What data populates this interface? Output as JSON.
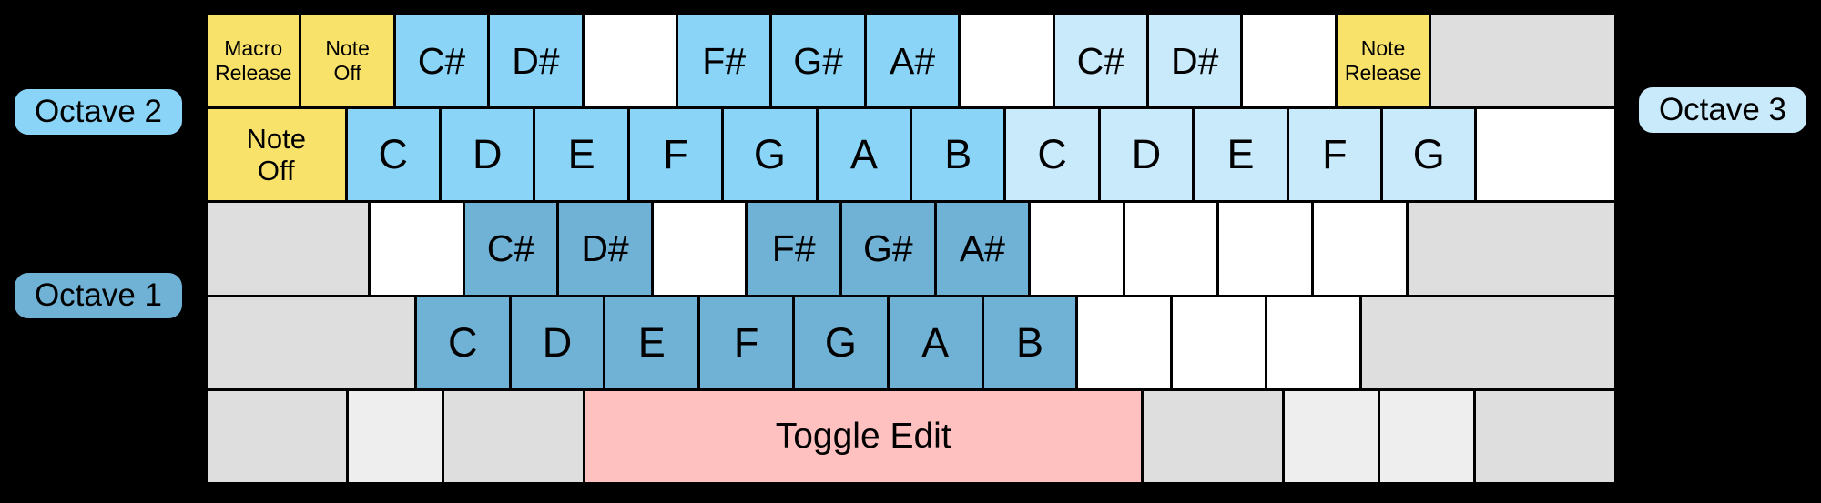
{
  "palette": {
    "background": "#000000",
    "yellow": "#F8E26A",
    "octave1_blue": "#6FB2D5",
    "octave2_blue": "#8AD4F8",
    "octave3_blue": "#C9EAFB",
    "pink": "#FFC0C0",
    "gray": "#DEDEDE",
    "light_gray": "#EEEEEE",
    "white": "#FFFFFF",
    "text": "#000000"
  },
  "octave_labels": {
    "left_top": "Octave 2",
    "left_bottom": "Octave 1",
    "right": "Octave 3"
  },
  "keyboard": {
    "rows": [
      {
        "keys": [
          {
            "label": "Macro\nRelease",
            "color": "yellow",
            "w": 1,
            "size": "small"
          },
          {
            "label": "Note\nOff",
            "color": "yellow",
            "w": 1,
            "size": "small"
          },
          {
            "label": "C#",
            "color": "octave2_blue",
            "w": 1,
            "size": "sharp"
          },
          {
            "label": "D#",
            "color": "octave2_blue",
            "w": 1,
            "size": "sharp"
          },
          {
            "label": "",
            "color": "white",
            "w": 1,
            "size": "note"
          },
          {
            "label": "F#",
            "color": "octave2_blue",
            "w": 1,
            "size": "sharp"
          },
          {
            "label": "G#",
            "color": "octave2_blue",
            "w": 1,
            "size": "sharp"
          },
          {
            "label": "A#",
            "color": "octave2_blue",
            "w": 1,
            "size": "sharp"
          },
          {
            "label": "",
            "color": "white",
            "w": 1,
            "size": "note"
          },
          {
            "label": "C#",
            "color": "octave3_blue",
            "w": 1,
            "size": "sharp"
          },
          {
            "label": "D#",
            "color": "octave3_blue",
            "w": 1,
            "size": "sharp"
          },
          {
            "label": "",
            "color": "white",
            "w": 1,
            "size": "note"
          },
          {
            "label": "Note\nRelease",
            "color": "yellow",
            "w": 1,
            "size": "small"
          },
          {
            "label": "",
            "color": "gray",
            "w": 2,
            "size": "note"
          }
        ]
      },
      {
        "keys": [
          {
            "label": "Note\nOff",
            "color": "yellow",
            "w": 1.5,
            "size": "tab"
          },
          {
            "label": "C",
            "color": "octave2_blue",
            "w": 1,
            "size": "note"
          },
          {
            "label": "D",
            "color": "octave2_blue",
            "w": 1,
            "size": "note"
          },
          {
            "label": "E",
            "color": "octave2_blue",
            "w": 1,
            "size": "note"
          },
          {
            "label": "F",
            "color": "octave2_blue",
            "w": 1,
            "size": "note"
          },
          {
            "label": "G",
            "color": "octave2_blue",
            "w": 1,
            "size": "note"
          },
          {
            "label": "A",
            "color": "octave2_blue",
            "w": 1,
            "size": "note"
          },
          {
            "label": "B",
            "color": "octave2_blue",
            "w": 1,
            "size": "note"
          },
          {
            "label": "C",
            "color": "octave3_blue",
            "w": 1,
            "size": "note"
          },
          {
            "label": "D",
            "color": "octave3_blue",
            "w": 1,
            "size": "note"
          },
          {
            "label": "E",
            "color": "octave3_blue",
            "w": 1,
            "size": "note"
          },
          {
            "label": "F",
            "color": "octave3_blue",
            "w": 1,
            "size": "note"
          },
          {
            "label": "G",
            "color": "octave3_blue",
            "w": 1,
            "size": "note"
          },
          {
            "label": "",
            "color": "white",
            "w": 1.5,
            "size": "note"
          }
        ]
      },
      {
        "keys": [
          {
            "label": "",
            "color": "gray",
            "w": 1.75,
            "size": "note"
          },
          {
            "label": "",
            "color": "white",
            "w": 1,
            "size": "note"
          },
          {
            "label": "C#",
            "color": "octave1_blue",
            "w": 1,
            "size": "sharp"
          },
          {
            "label": "D#",
            "color": "octave1_blue",
            "w": 1,
            "size": "sharp"
          },
          {
            "label": "",
            "color": "white",
            "w": 1,
            "size": "note"
          },
          {
            "label": "F#",
            "color": "octave1_blue",
            "w": 1,
            "size": "sharp"
          },
          {
            "label": "G#",
            "color": "octave1_blue",
            "w": 1,
            "size": "sharp"
          },
          {
            "label": "A#",
            "color": "octave1_blue",
            "w": 1,
            "size": "sharp"
          },
          {
            "label": "",
            "color": "white",
            "w": 1,
            "size": "note"
          },
          {
            "label": "",
            "color": "white",
            "w": 1,
            "size": "note"
          },
          {
            "label": "",
            "color": "white",
            "w": 1,
            "size": "note"
          },
          {
            "label": "",
            "color": "white",
            "w": 1,
            "size": "note"
          },
          {
            "label": "",
            "color": "gray",
            "w": 2.25,
            "size": "note"
          }
        ]
      },
      {
        "keys": [
          {
            "label": "",
            "color": "gray",
            "w": 2.25,
            "size": "note"
          },
          {
            "label": "C",
            "color": "octave1_blue",
            "w": 1,
            "size": "note"
          },
          {
            "label": "D",
            "color": "octave1_blue",
            "w": 1,
            "size": "note"
          },
          {
            "label": "E",
            "color": "octave1_blue",
            "w": 1,
            "size": "note"
          },
          {
            "label": "F",
            "color": "octave1_blue",
            "w": 1,
            "size": "note"
          },
          {
            "label": "G",
            "color": "octave1_blue",
            "w": 1,
            "size": "note"
          },
          {
            "label": "A",
            "color": "octave1_blue",
            "w": 1,
            "size": "note"
          },
          {
            "label": "B",
            "color": "octave1_blue",
            "w": 1,
            "size": "note"
          },
          {
            "label": "",
            "color": "white",
            "w": 1,
            "size": "note"
          },
          {
            "label": "",
            "color": "white",
            "w": 1,
            "size": "note"
          },
          {
            "label": "",
            "color": "white",
            "w": 1,
            "size": "note"
          },
          {
            "label": "",
            "color": "gray",
            "w": 2.75,
            "size": "note"
          }
        ]
      },
      {
        "keys": [
          {
            "label": "",
            "color": "gray",
            "w": 1.5,
            "size": "note"
          },
          {
            "label": "",
            "color": "light_gray",
            "w": 1,
            "size": "note"
          },
          {
            "label": "",
            "color": "gray",
            "w": 1.5,
            "size": "note"
          },
          {
            "label": "Toggle Edit",
            "color": "pink",
            "w": 6,
            "size": "space"
          },
          {
            "label": "",
            "color": "gray",
            "w": 1.5,
            "size": "note"
          },
          {
            "label": "",
            "color": "light_gray",
            "w": 1,
            "size": "note"
          },
          {
            "label": "",
            "color": "light_gray",
            "w": 1,
            "size": "note"
          },
          {
            "label": "",
            "color": "gray",
            "w": 1.5,
            "size": "note"
          }
        ]
      }
    ]
  }
}
